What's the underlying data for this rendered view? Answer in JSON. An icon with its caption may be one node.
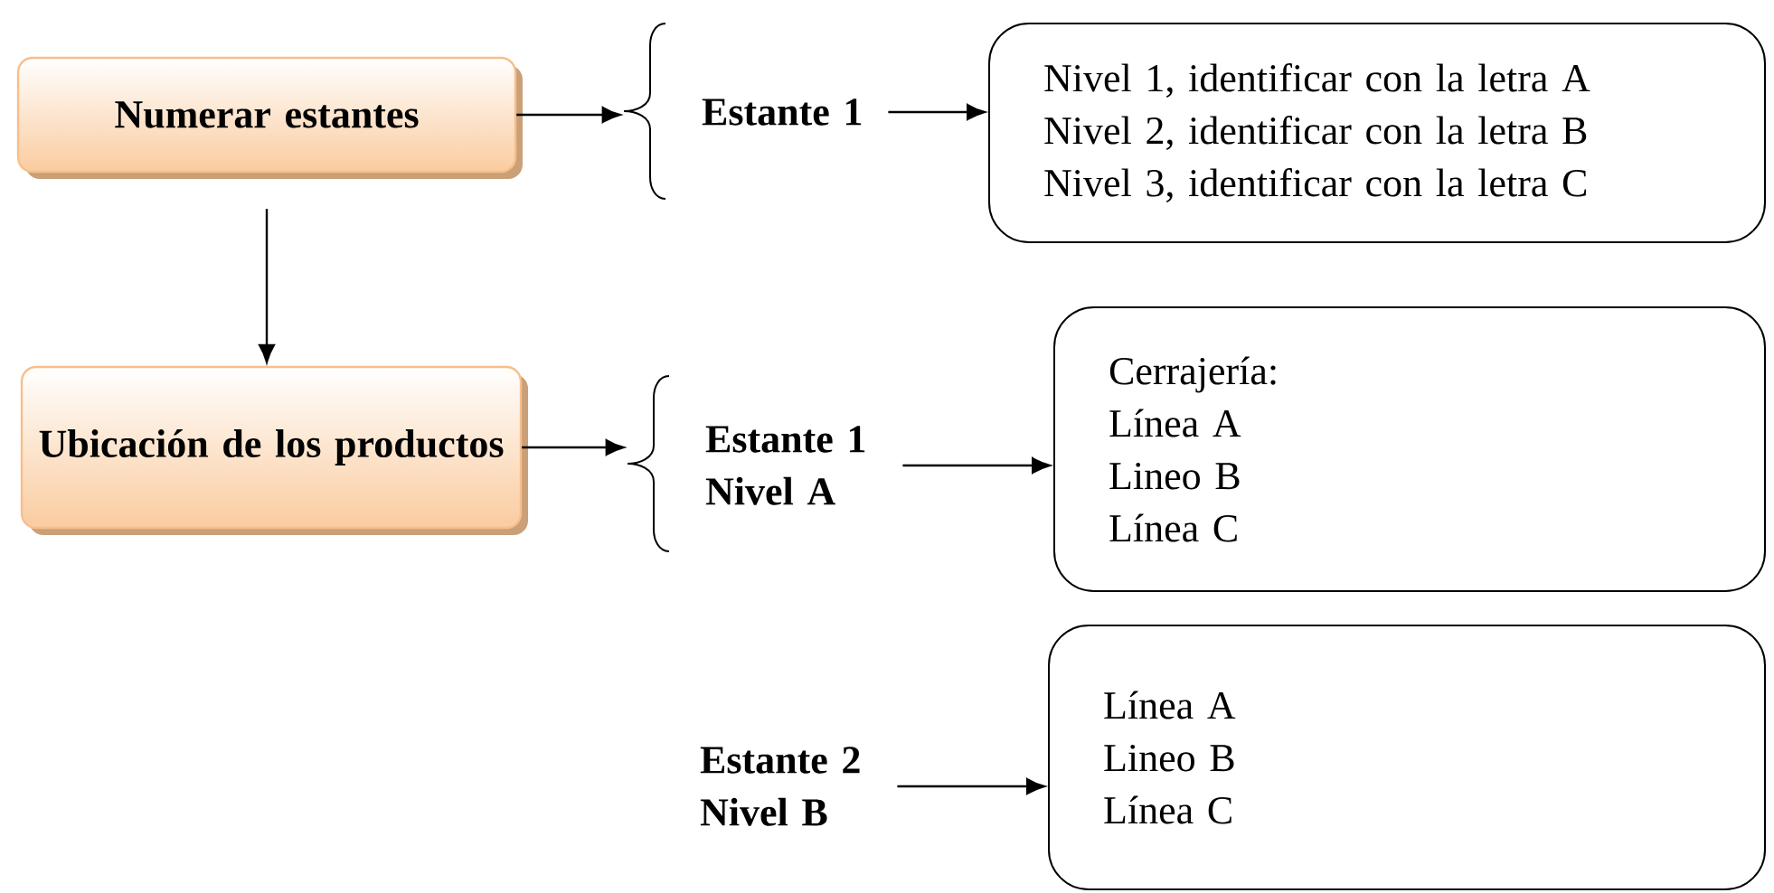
{
  "diagram": {
    "nodes": [
      {
        "text": [
          "Numerar estantes"
        ]
      },
      {
        "text": [],
        "shape": "brace"
      },
      {
        "text": [
          "Estante 1"
        ]
      },
      {
        "text": [
          "Nivel 1, identificar con la letra A",
          "Nivel 2, identificar con la letra B",
          "Nivel 3, identificar con la letra C"
        ]
      },
      {
        "text": [
          "Ubicación de los productos"
        ]
      },
      {
        "text": [],
        "shape": "brace"
      },
      {
        "text": [
          "Estante 1 Nivel A"
        ]
      },
      {
        "text": [
          "Cerrajería:",
          "Línea A",
          "Lineo B",
          "Línea C"
        ]
      },
      {
        "text": [
          "Estante 2 Nivel B"
        ]
      },
      {
        "text": [
          "Línea A",
          "Lineo B",
          "Línea C"
        ]
      }
    ],
    "edges": [
      {
        "from": 0,
        "to": 4,
        "arrow": "to"
      },
      {
        "from": 0,
        "to": 1,
        "arrow": "to"
      },
      {
        "from": 2,
        "to": 3,
        "arrow": "to"
      },
      {
        "from": 4,
        "to": 5,
        "arrow": "to"
      },
      {
        "from": 6,
        "to": 7,
        "arrow": "to"
      },
      {
        "from": 8,
        "to": 9,
        "arrow": "to"
      }
    ]
  }
}
